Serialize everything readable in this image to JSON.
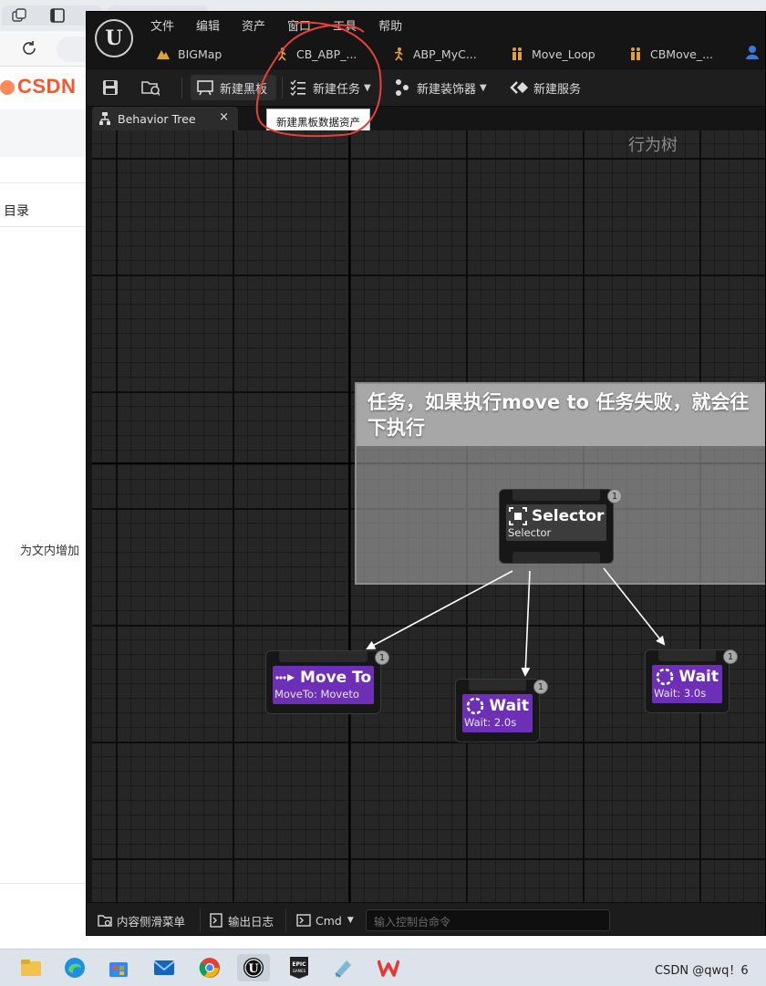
{
  "csdn": {
    "logo": "CSDN",
    "toc_label": "目录",
    "side_text": "为文内增加"
  },
  "ue": {
    "menu": [
      "文件",
      "编辑",
      "资产",
      "窗口",
      "工具",
      "帮助"
    ],
    "asset_tabs": [
      "BIGMap",
      "CB_ABP_...",
      "ABP_MyC...",
      "Move_Loop",
      "CBMove_..."
    ],
    "toolbar": {
      "new_blackboard": "新建黑板",
      "new_task": "新建任务",
      "new_decorator": "新建装饰器",
      "new_service": "新建服务"
    },
    "doc_tab": {
      "label": "Behavior Tree",
      "close": "×"
    },
    "tooltip": "新建黑板数据资产",
    "graph_label": "行为树",
    "comment": "任务，如果执行move to 任务失败，就会往下执行",
    "nodes": {
      "selector": {
        "title": "Selector",
        "subtitle": "Selector",
        "badge": "1"
      },
      "move_to": {
        "title": "Move To",
        "subtitle": "MoveTo: Moveto",
        "badge": "1"
      },
      "wait_a": {
        "title": "Wait",
        "subtitle": "Wait: 2.0s",
        "badge": "1"
      },
      "wait_b": {
        "title": "Wait",
        "subtitle": "Wait: 3.0s",
        "badge": "1"
      }
    },
    "bottom": {
      "content_drawer": "内容侧滑菜单",
      "output_log": "输出日志",
      "cmd": "Cmd",
      "console_placeholder": "输入控制台命令"
    }
  },
  "taskbar": {
    "tray_text": "CSDN @qwq！6"
  },
  "colors": {
    "purple_node": "#6d2fb5",
    "annotation_red": "#e8403a",
    "csdn_red": "#fc5531"
  }
}
